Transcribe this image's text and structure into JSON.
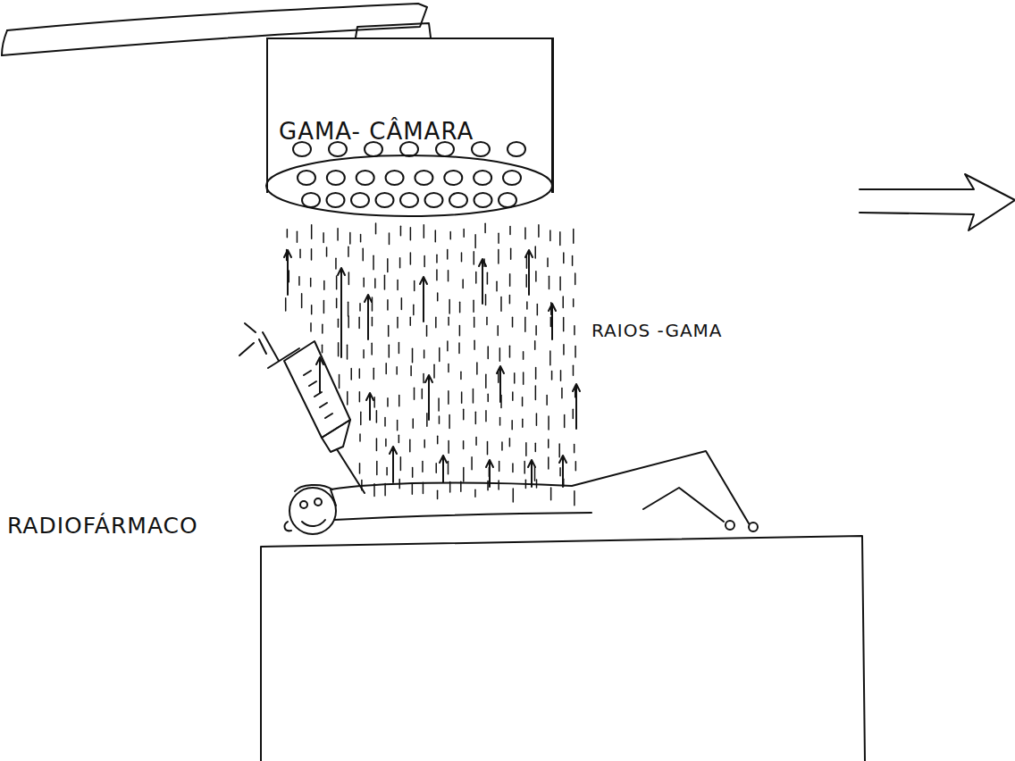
{
  "diagram": {
    "nodes": [
      {
        "text": [
          "GAMA- CÂMARA"
        ]
      }
    ],
    "labels": [
      "RAIOS -GAMA",
      "RADIOFÁRMACO"
    ]
  }
}
